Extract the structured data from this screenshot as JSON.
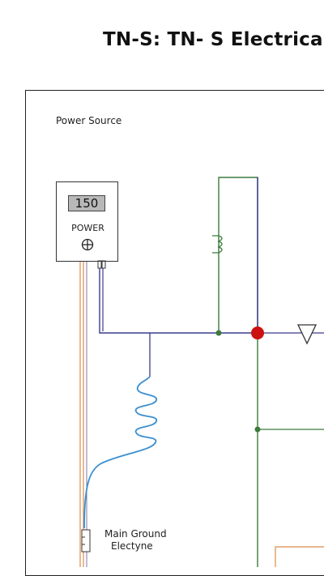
{
  "title": "TN-S: TN- S Electrical",
  "power_source_label": "Power Source",
  "power_unit": {
    "display_value": "150",
    "label": "POWER",
    "symbol": "power-symbol-icon"
  },
  "ground_label_line1": "Main Ground",
  "ground_label_line2": "Electyne",
  "colors": {
    "phase_wire": "#3b3b8f",
    "earth_wire": "#3c7a3c",
    "neutral_wire": "#d98b4a",
    "coil": "#3a8fd0",
    "junction": "#cc1111"
  }
}
